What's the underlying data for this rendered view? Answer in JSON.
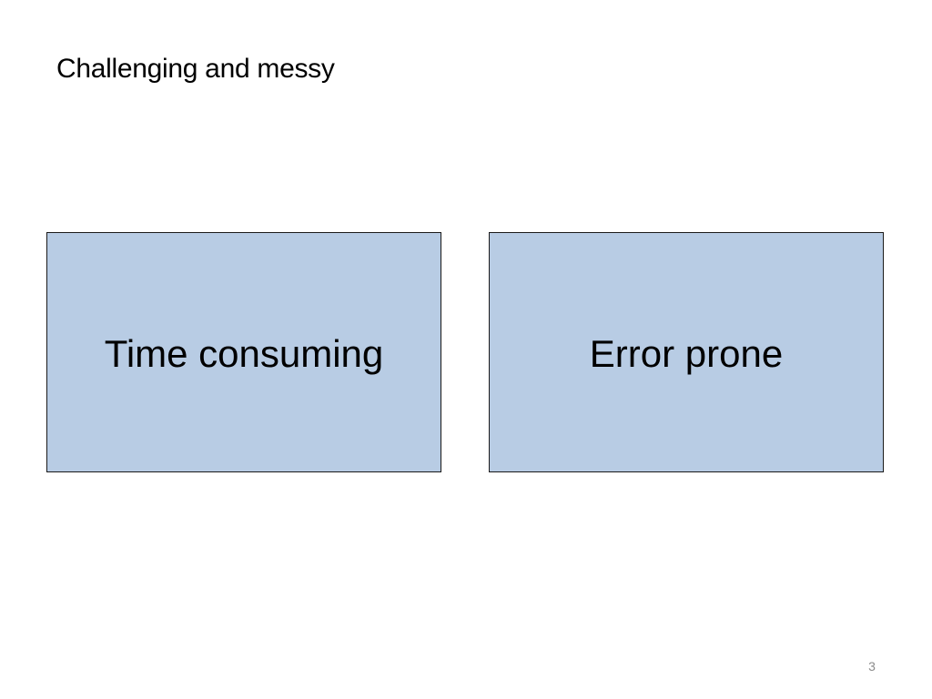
{
  "slide": {
    "title": "Challenging and messy",
    "boxes": [
      {
        "label": "Time consuming"
      },
      {
        "label": "Error prone"
      }
    ],
    "page_number": "3"
  },
  "colors": {
    "box_fill": "#b8cce4",
    "box_border": "#1a1a1a",
    "page_number_text": "#8c8c8c"
  }
}
